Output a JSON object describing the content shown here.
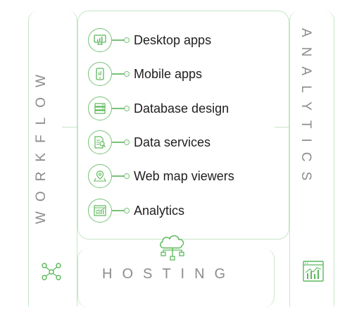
{
  "sections": {
    "workflow": "WORKFLOW",
    "analytics": "ANALYTICS",
    "hosting": "HOSTING"
  },
  "items": [
    {
      "label": "Desktop apps",
      "icon": "monitor-chart-icon"
    },
    {
      "label": "Mobile apps",
      "icon": "smartphone-icon"
    },
    {
      "label": "Database design",
      "icon": "database-icon"
    },
    {
      "label": "Data services",
      "icon": "document-search-icon"
    },
    {
      "label": "Web map viewers",
      "icon": "map-pin-icon"
    },
    {
      "label": "Analytics",
      "icon": "analytics-dashboard-icon"
    }
  ],
  "colors": {
    "accent": "#5cb85c",
    "outline": "#c7e5c7",
    "text": "#1f1f1f",
    "muted": "#8c8c8c"
  }
}
